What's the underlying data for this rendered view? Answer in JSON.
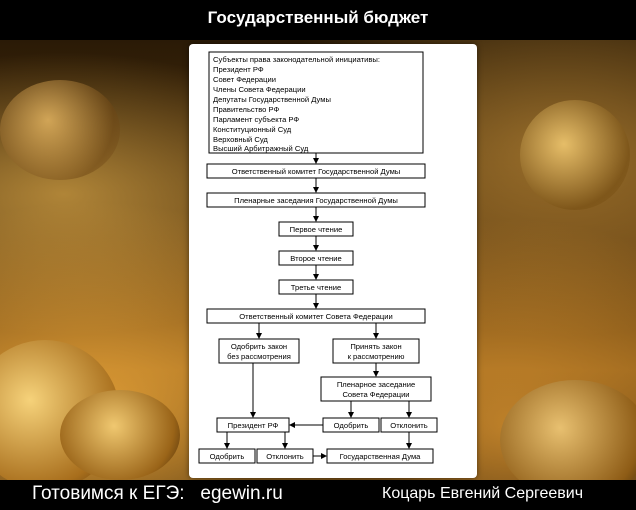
{
  "header": {
    "title": "Государственный бюджет"
  },
  "footer": {
    "left": "Готовимся к ЕГЭ:   egewin.ru",
    "right": "Коцарь Евгений Сергеевич"
  },
  "diagram": {
    "initiative_header": "Субъекты права законодательной инициативы:",
    "initiative_items": [
      "Президент РФ",
      "Совет Федерации",
      "Члены Совета Федерации",
      "Депутаты Государственной Думы",
      "Правительство РФ",
      "Парламент субъекта РФ",
      "Конституционный Суд",
      "Верховный Суд",
      "Высший Арбитражный Суд"
    ],
    "duma_committee": "Ответственный комитет Государственной Думы",
    "duma_plenary": "Пленарные заседания Государственной Думы",
    "first_reading": "Первое чтение",
    "second_reading": "Второе чтение",
    "third_reading": "Третье чтение",
    "council_committee": "Ответственный комитет Совета Федерации",
    "approve_without_1": "Одобрить закон",
    "approve_without_2": "без рассмотрения",
    "accept_for_1": "Принять закон",
    "accept_for_2": "к рассмотрению",
    "council_plenary_1": "Пленарное заседание",
    "council_plenary_2": "Совета Федерации",
    "president": "Президент РФ",
    "council_approve": "Одобрить",
    "council_reject": "Отклонить",
    "president_approve": "Одобрить",
    "president_reject": "Отклонить",
    "state_duma": "Государственная Дума"
  }
}
